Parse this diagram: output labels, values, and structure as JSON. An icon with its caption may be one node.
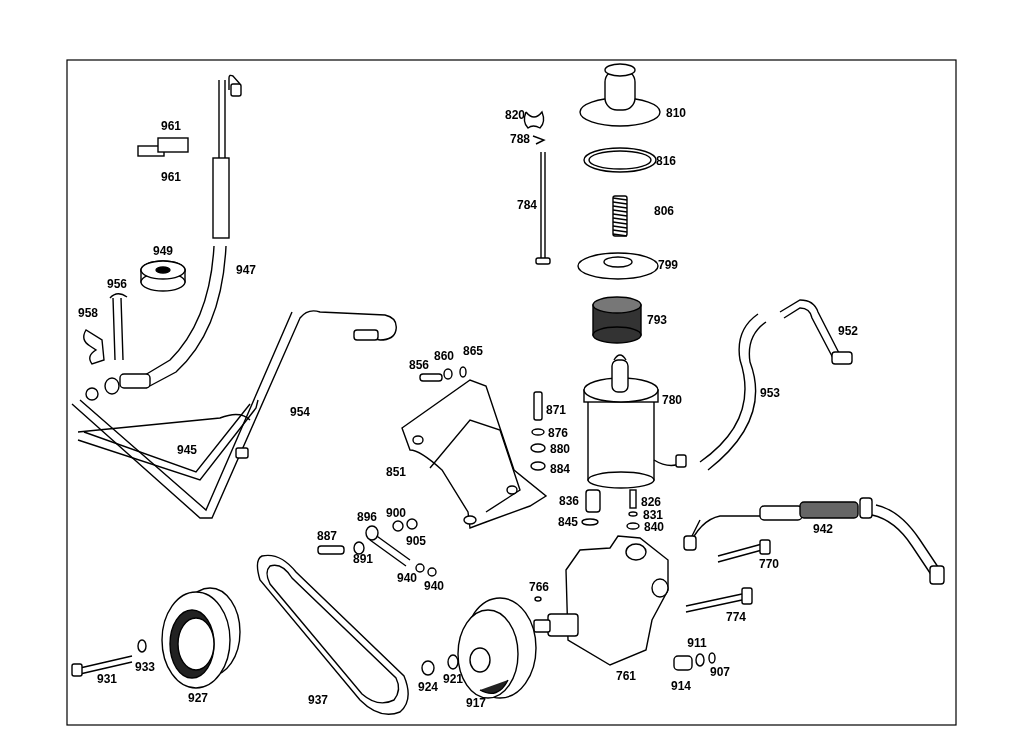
{
  "diagram": {
    "labels": [
      "810",
      "820",
      "961",
      "788",
      "816",
      "961",
      "784",
      "806",
      "949",
      "799",
      "947",
      "956",
      "958",
      "793",
      "952",
      "865",
      "860",
      "856",
      "953",
      "780",
      "871",
      "954",
      "876",
      "880",
      "945",
      "884",
      "851",
      "836",
      "826",
      "900",
      "831",
      "896",
      "845",
      "840",
      "942",
      "887",
      "905",
      "891",
      "770",
      "940",
      "766",
      "940",
      "774",
      "911",
      "761",
      "933",
      "907",
      "921",
      "931",
      "924",
      "914",
      "927",
      "937",
      "917"
    ]
  }
}
